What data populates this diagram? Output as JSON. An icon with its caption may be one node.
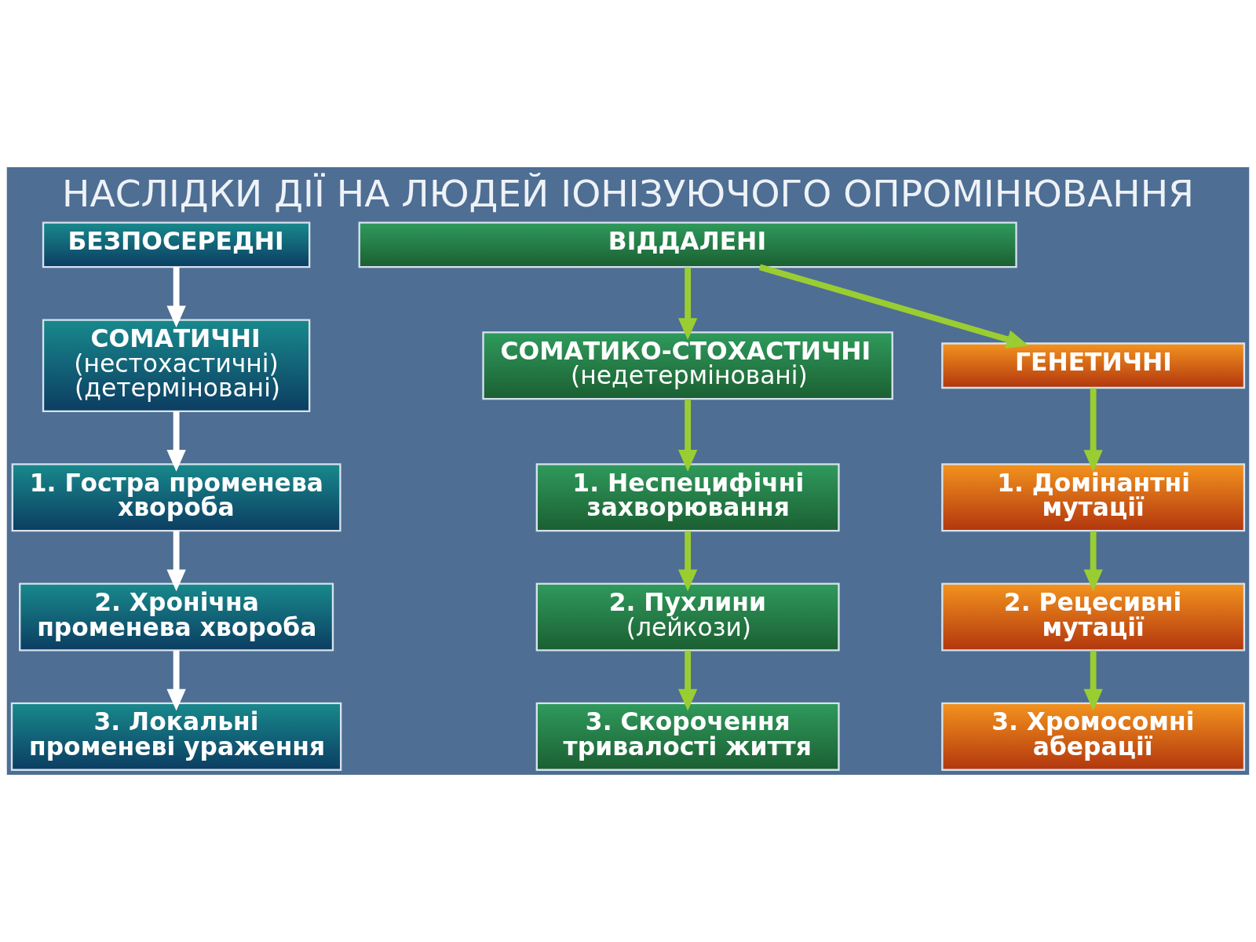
{
  "diagram": {
    "title": "НАСЛІДКИ ДІЇ НА ЛЮДЕЙ ІОНІЗУЮЧОГО ОПРОМІНЮВАННЯ",
    "nodes": [
      {
        "text": [
          "БЕЗПОСЕРЕДНІ"
        ]
      },
      {
        "text": [
          "ВІДДАЛЕНІ"
        ]
      },
      {
        "text": [
          "СОМАТИЧНІ",
          "(нестохастичні)",
          "(детерміновані)"
        ]
      },
      {
        "text": [
          "СОМАТИКО-СТОХАСТИЧНІ",
          "(недетерміновані)"
        ]
      },
      {
        "text": [
          "ГЕНЕТИЧНІ"
        ]
      },
      {
        "text": [
          "1. Гостра променева хвороба"
        ]
      },
      {
        "text": [
          "1. Неспецифічні захворювання"
        ]
      },
      {
        "text": [
          "1. Домінантні мутації"
        ]
      },
      {
        "text": [
          "2. Хронічна променева хвороба"
        ]
      },
      {
        "text": [
          "2. Пухлини",
          "(лейкози)"
        ]
      },
      {
        "text": [
          "2. Рецесивні мутації"
        ]
      },
      {
        "text": [
          "3. Локальні променеві ураження"
        ]
      },
      {
        "text": [
          "3. Скорочення тривалості життя"
        ]
      },
      {
        "text": [
          "3. Хромосомні аберації"
        ]
      }
    ],
    "edges": [
      {
        "from": 0,
        "to": 2,
        "arrow": "to",
        "color": "#ffffff"
      },
      {
        "from": 1,
        "to": 3,
        "arrow": "to"
      },
      {
        "from": 1,
        "to": 4,
        "arrow": "to"
      },
      {
        "from": 2,
        "to": 5,
        "arrow": "to",
        "color": "#ffffff"
      },
      {
        "from": 3,
        "to": 6,
        "arrow": "to"
      },
      {
        "from": 4,
        "to": 7,
        "arrow": "to"
      },
      {
        "from": 5,
        "to": 8,
        "arrow": "to",
        "color": "#ffffff"
      },
      {
        "from": 6,
        "to": 9,
        "arrow": "to"
      },
      {
        "from": 7,
        "to": 10,
        "arrow": "to"
      },
      {
        "from": 8,
        "to": 11,
        "arrow": "to",
        "color": "#ffffff"
      },
      {
        "from": 9,
        "to": 12,
        "arrow": "to"
      },
      {
        "from": 10,
        "to": 13,
        "arrow": "to"
      }
    ]
  }
}
